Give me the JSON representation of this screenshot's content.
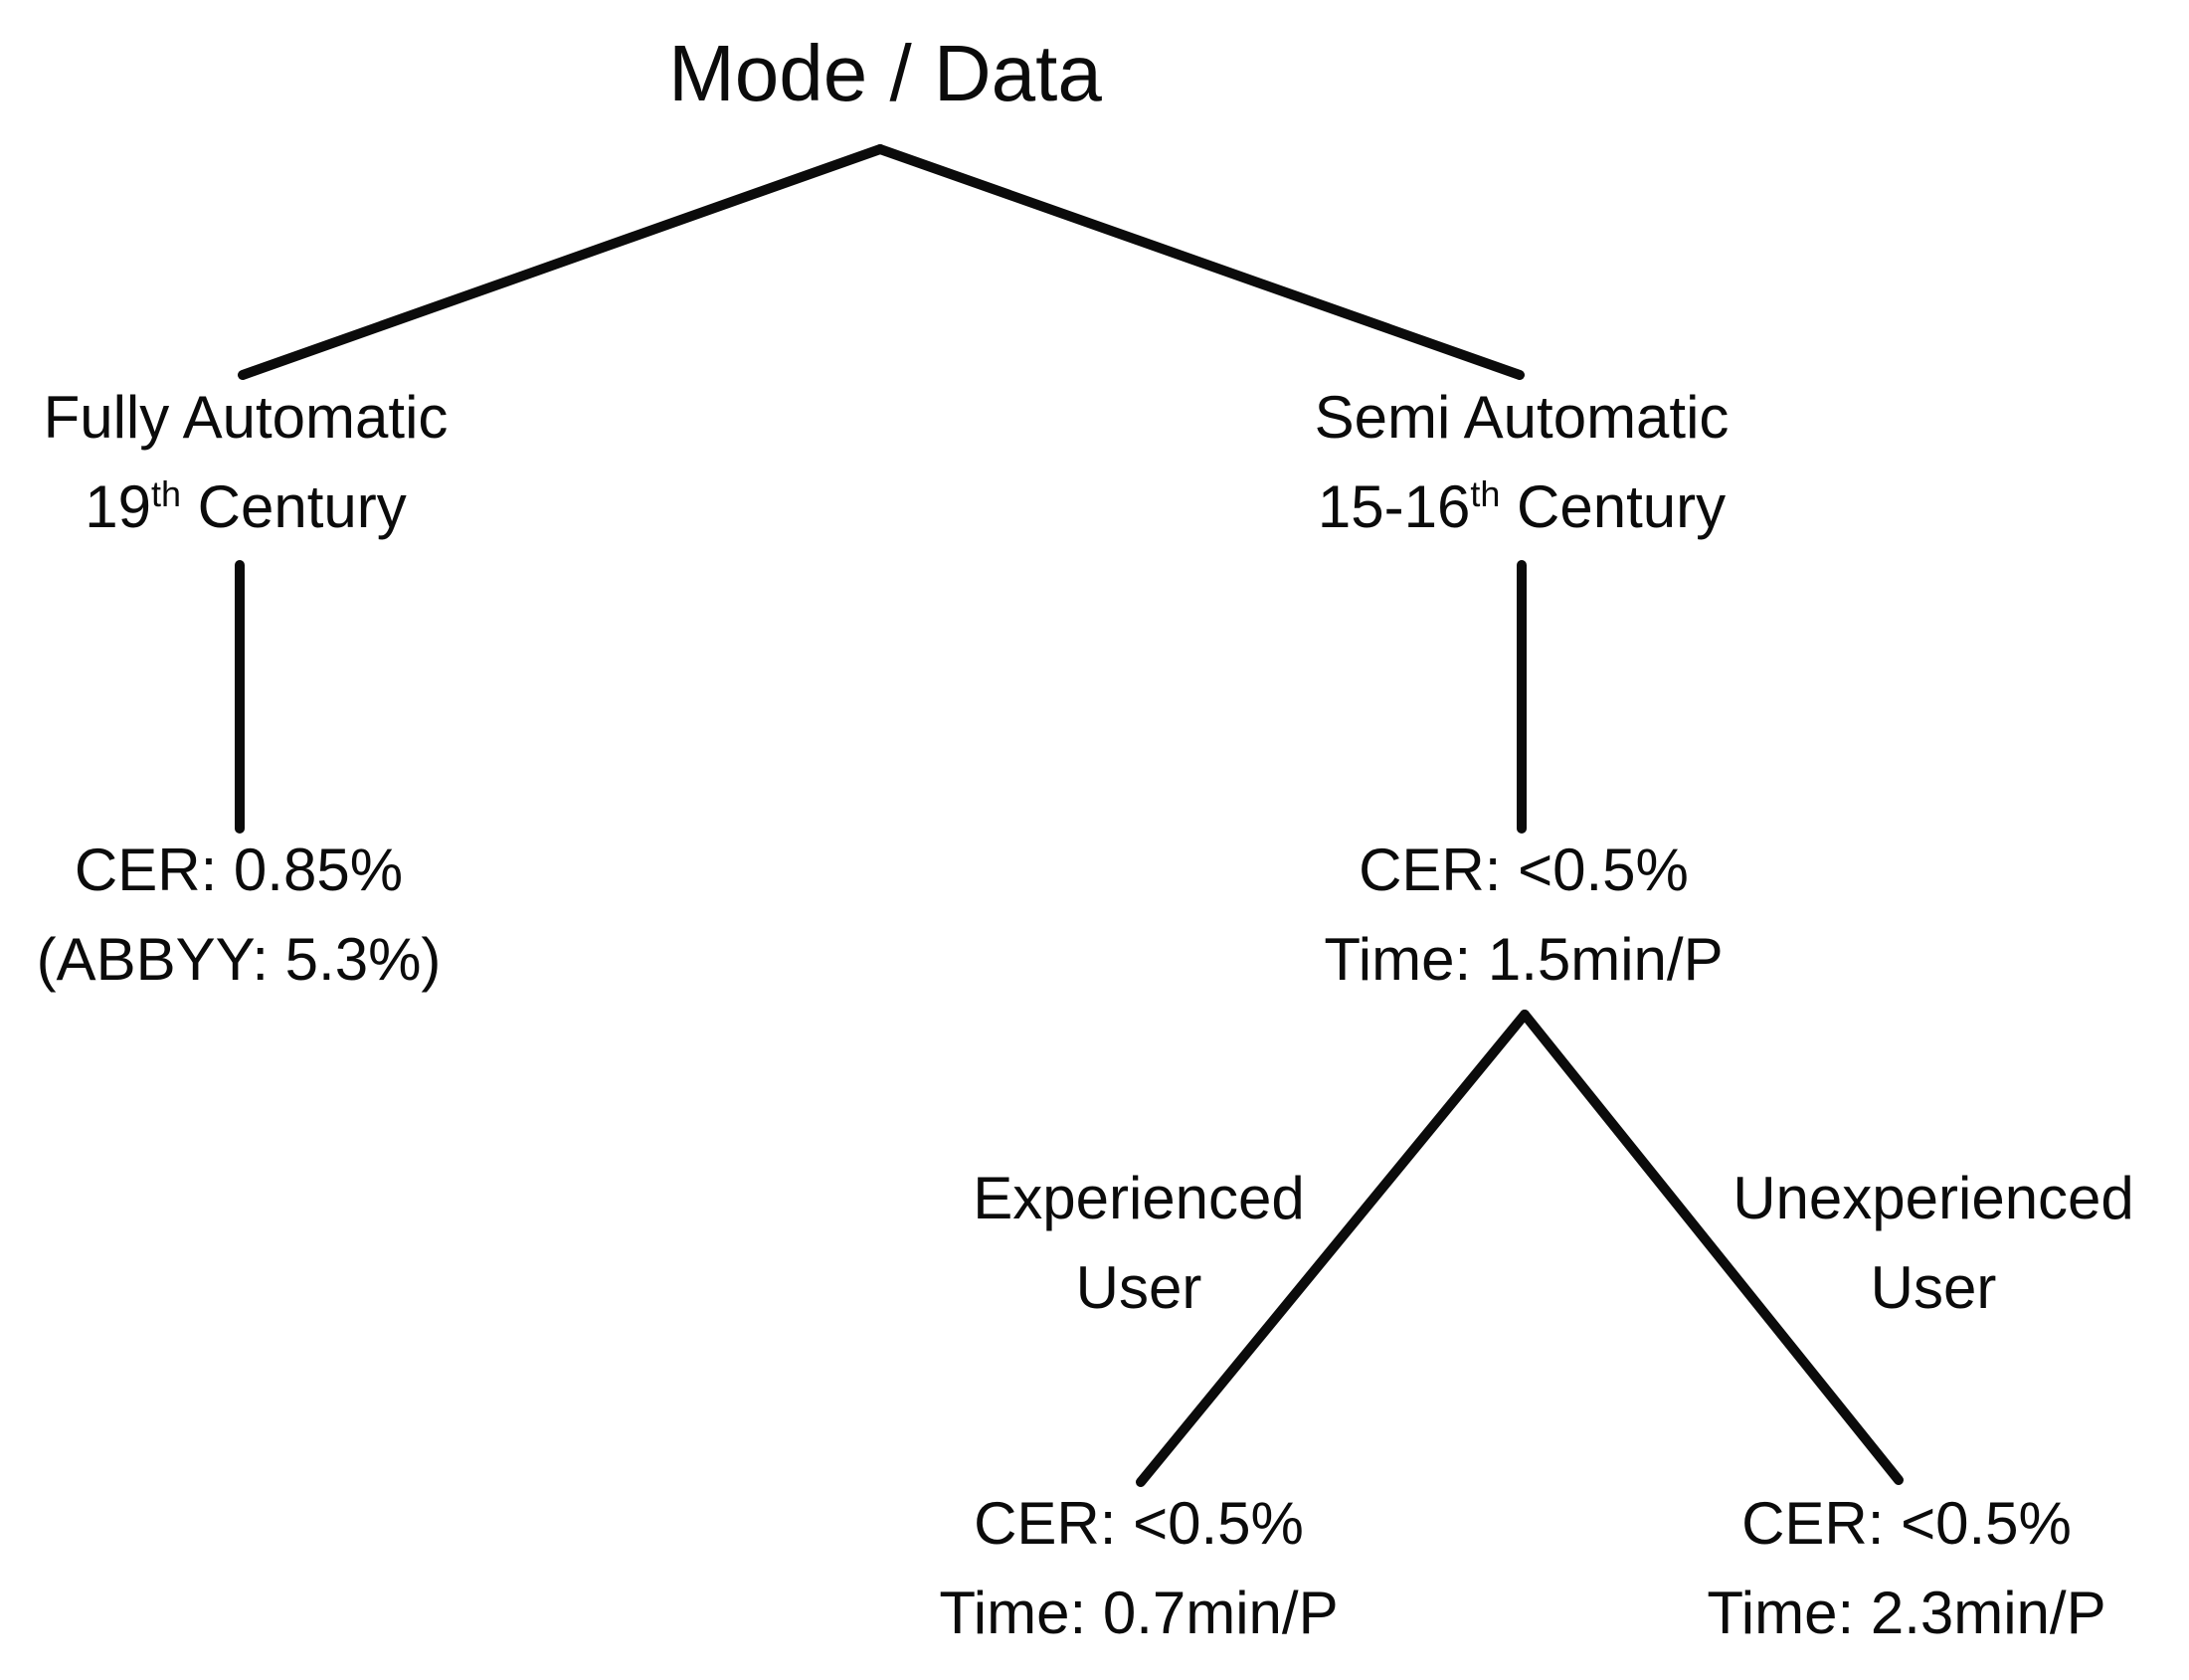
{
  "diagram": {
    "title": "Mode / Data",
    "background_color": "#ffffff",
    "line_color": "#0b0b0b",
    "text_color": "#0b0b0b",
    "nodes": {
      "root": {
        "label": "Mode / Data"
      },
      "fully_automatic": {
        "name": "Fully Automatic",
        "century_base": "19",
        "century_sup": "th",
        "century_rest": " Century"
      },
      "fully_automatic_result": {
        "cer": "CER: 0.85%",
        "abbyy": "(ABBYY: 5.3%)"
      },
      "semi_automatic": {
        "name": "Semi Automatic",
        "century_base": "15-16",
        "century_sup": "th",
        "century_rest": " Century"
      },
      "semi_automatic_result": {
        "cer": "CER: <0.5%",
        "time": "Time: 1.5min/P"
      },
      "experienced_user": {
        "line1": "Experienced",
        "line2": "User"
      },
      "experienced_result": {
        "cer": "CER: <0.5%",
        "time": "Time: 0.7min/P"
      },
      "unexperienced_user": {
        "line1": "Unexperienced",
        "line2": "User"
      },
      "unexperienced_result": {
        "cer": "CER: <0.5%",
        "time": "Time: 2.3min/P"
      }
    },
    "edges": [
      {
        "from": "root",
        "to": "fully_automatic"
      },
      {
        "from": "root",
        "to": "semi_automatic"
      },
      {
        "from": "fully_automatic",
        "to": "fully_automatic_result"
      },
      {
        "from": "semi_automatic",
        "to": "semi_automatic_result"
      },
      {
        "from": "semi_automatic_result",
        "to": "experienced_result",
        "branch_label": "Experienced User"
      },
      {
        "from": "semi_automatic_result",
        "to": "unexperienced_result",
        "branch_label": "Unexperienced User"
      }
    ]
  }
}
